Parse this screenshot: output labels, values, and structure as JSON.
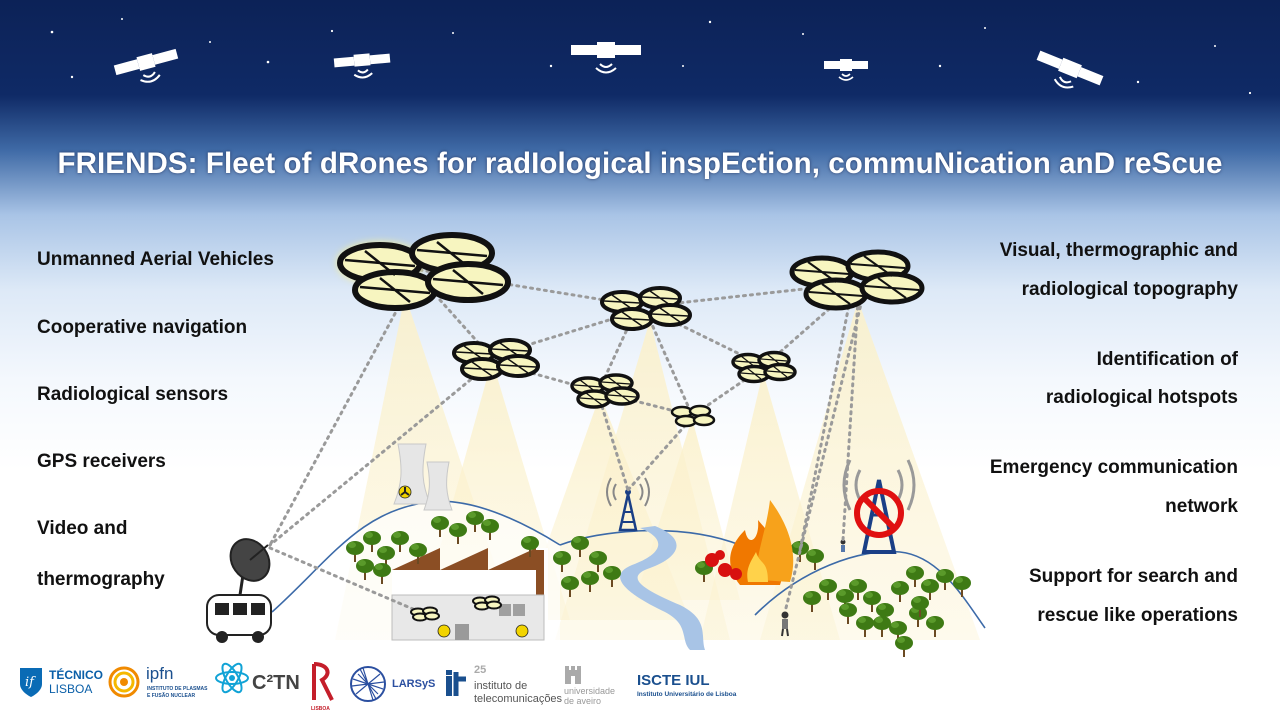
{
  "title": "FRIENDS: Fleet of dRones for radIological inspEction, commuNication anD reScue",
  "left_labels": [
    "Unmanned Aerial Vehicles",
    "Cooperative navigation",
    "Radiological sensors",
    "GPS receivers",
    "Video and",
    "thermography"
  ],
  "right_labels": [
    "Visual, thermographic and",
    "radiological topography",
    "Identification of",
    "radiological hotspots",
    "Emergency communication",
    "network",
    "Support for search and",
    "rescue like operations"
  ],
  "logos": {
    "tecnico_line1": "TÉCNICO",
    "tecnico_line2": "LISBOA",
    "ipfn": "ipfn",
    "ipfn_sub1": "INSTITUTO DE PLASMAS",
    "ipfn_sub2": "E FUSÃO NUCLEAR",
    "c2tn": "C²TN",
    "isr_sub": "LISBOA",
    "larsys": "LARSyS",
    "it_years": "25",
    "it_line1": "instituto de",
    "it_line2": "telecomunicações",
    "ua_line1": "universidade",
    "ua_line2": "de aveiro",
    "iscte": "ISCTE IUL",
    "iscte_sub": "Instituto Universitário de Lisboa"
  },
  "colors": {
    "sky_top": "#0c2257",
    "drone_glow": "#f2ee9c",
    "hill_line": "#3c6aa8",
    "tree": "#3e7a14",
    "river": "#a8c4e6",
    "fire": "#f07800",
    "no_sign": "#e01010"
  }
}
